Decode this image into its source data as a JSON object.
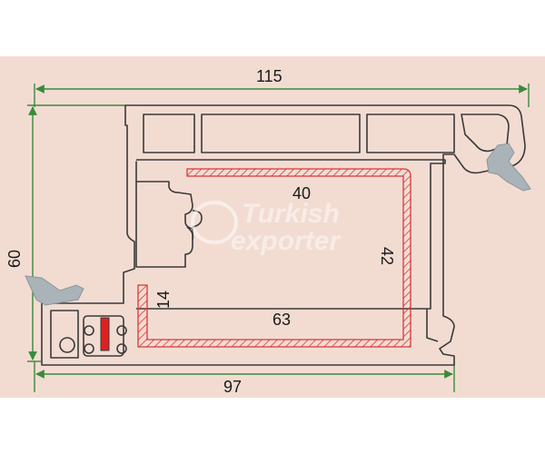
{
  "dimensions": {
    "top_width": "115",
    "bottom_width": "97",
    "height": "60",
    "reinforcement_top": "40",
    "reinforcement_right": "42",
    "reinforcement_left": "14",
    "reinforcement_bottom": "63"
  },
  "watermark": {
    "line1": "Turkish",
    "line2": "exporter"
  },
  "colors": {
    "background": "#f2dcd2",
    "profile_stroke": "#3a3a3a",
    "dimension_line": "#3a8a3a",
    "reinforcement": "#d9383a",
    "gasket": "#a9b3b8",
    "red_marker": "#e02020"
  }
}
